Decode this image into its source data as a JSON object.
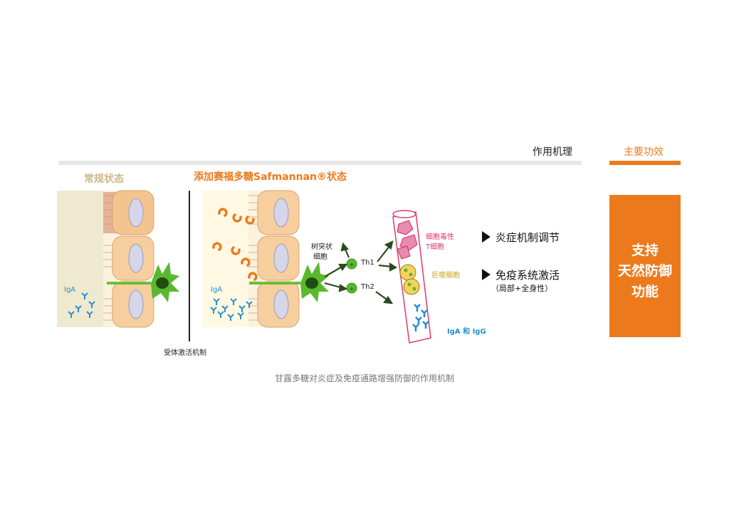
{
  "header": {
    "mechanism_label": "作用机理",
    "effect_label": "主要功效"
  },
  "panels": {
    "normal_title": "常规状态",
    "added_title": "添加赛福多糖Safmannan®状态",
    "iga_label": "IgA",
    "iga_label_2": "IgA"
  },
  "labels": {
    "receptor": "受体激活机制",
    "dendritic_1": "树突状",
    "dendritic_2": "细胞",
    "th1": "Th1",
    "th2": "Th2",
    "cytotoxic_1": "细胞毒性",
    "cytotoxic_2": "T细胞",
    "macrophage": "巨噬细胞",
    "iga_igg": "IgA 和 IgG"
  },
  "results": {
    "r1": "炎症机制调节",
    "r2": "免疫系统激活",
    "r2_sub": "（局部+全身性）"
  },
  "function_box": {
    "line1": "支持",
    "line2": "天然防御",
    "line3": "功能"
  },
  "caption": "甘露多糖对炎症及免疫通路增强防御的作用机制",
  "colors": {
    "orange": "#ec7a1c",
    "green": "#5ab82e",
    "pink": "#e2386b",
    "blue": "#1f8fd0",
    "beige": "#efe9d0"
  }
}
